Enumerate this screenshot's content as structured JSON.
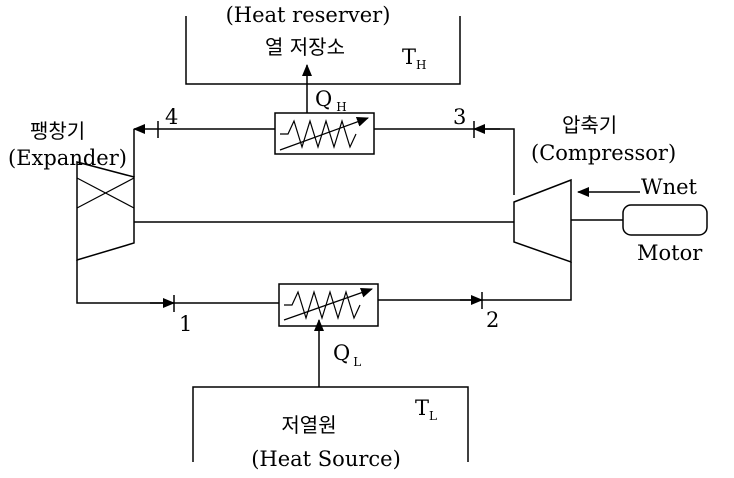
{
  "labels": {
    "heat_reserver_en": "(Heat reserver)",
    "heat_reserver_ko": "열 저장소",
    "th_main": "T",
    "th_sub": "H",
    "qh_main": "Q",
    "qh_sub": "H",
    "point_4": "4",
    "point_3": "3",
    "expander_ko": "팽창기",
    "expander_en": "(Expander)",
    "compressor_ko": "압축기",
    "compressor_en": "(Compressor)",
    "wnet": "Wnet",
    "motor": "Motor",
    "point_1": "1",
    "point_2": "2",
    "ql_main": "Q",
    "ql_sub": "L",
    "heat_source_ko": "저열원",
    "heat_source_en": "(Heat Source)",
    "tl_main": "T",
    "tl_sub": "L"
  },
  "colors": {
    "line": "#000000",
    "background": "#ffffff"
  }
}
